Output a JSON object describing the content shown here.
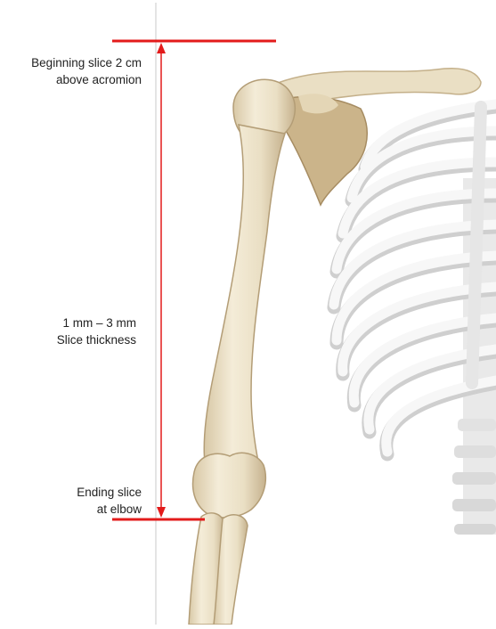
{
  "annotations": {
    "top": {
      "line1": "Beginning slice 2 cm",
      "line2": "above acromion"
    },
    "middle": {
      "line1": "1 mm – 3 mm",
      "line2": "Slice thickness"
    },
    "bottom": {
      "line1": "Ending slice",
      "line2": "at elbow"
    }
  },
  "colors": {
    "marker": "#e31b1b",
    "bone": "#eee4cc",
    "bone_shadow": "#c9b48f",
    "rib": "#f3f3f3",
    "rib_shadow": "#c8c8c8",
    "frame_line": "#c8c8c8"
  },
  "illustration": {
    "subject": "skeleton-shoulder-arm-and-ribcage"
  }
}
